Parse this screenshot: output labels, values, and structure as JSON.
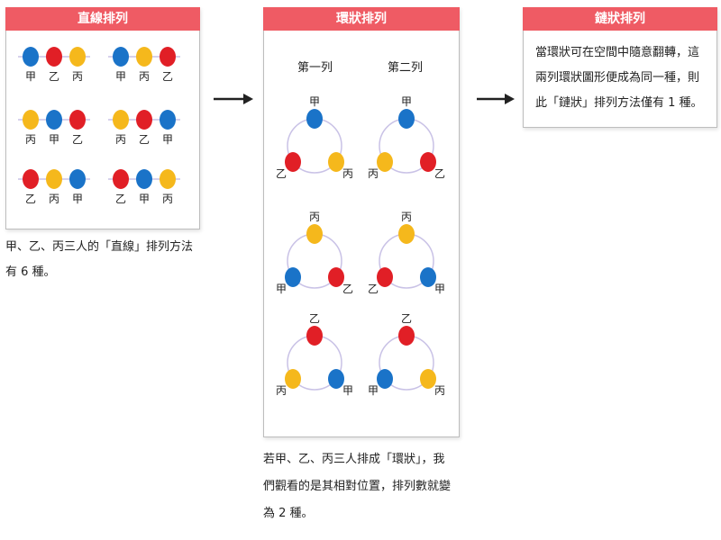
{
  "panels": {
    "linear": {
      "title": "直線排列",
      "arrangements": [
        [
          "甲",
          "乙",
          "丙"
        ],
        [
          "甲",
          "丙",
          "乙"
        ],
        [
          "丙",
          "甲",
          "乙"
        ],
        [
          "丙",
          "乙",
          "甲"
        ],
        [
          "乙",
          "丙",
          "甲"
        ],
        [
          "乙",
          "甲",
          "丙"
        ]
      ],
      "caption_line1": "甲、乙、丙三人的「直線」排列方法",
      "caption_line2": "有 6 種。"
    },
    "ring": {
      "title": "環狀排列",
      "col1_title": "第一列",
      "col2_title": "第二列",
      "rings": [
        {
          "top": "甲",
          "left": "乙",
          "right": "丙"
        },
        {
          "top": "甲",
          "left": "丙",
          "right": "乙"
        },
        {
          "top": "丙",
          "left": "甲",
          "right": "乙"
        },
        {
          "top": "丙",
          "left": "乙",
          "right": "甲"
        },
        {
          "top": "乙",
          "left": "丙",
          "right": "甲"
        },
        {
          "top": "乙",
          "left": "甲",
          "right": "丙"
        }
      ],
      "caption_line1": "若甲、乙、丙三人排成「環狀」，我",
      "caption_line2": "們觀看的是其相對位置，排列數就變",
      "caption_line3": "為 2 種。"
    },
    "chain": {
      "title": "鏈狀排列",
      "text_line1": "當環狀可在空間中隨意翻轉，這",
      "text_line2": "兩列環狀圖形便成為同一種，則",
      "text_line3": "此「鏈狀」排列方法僅有 1 種。"
    }
  },
  "person_colors": {
    "甲": "#1a73c8",
    "乙": "#e11f26",
    "丙": "#f5b81c"
  },
  "line_color": "#c9c2e6",
  "arrow_color": "#222222"
}
